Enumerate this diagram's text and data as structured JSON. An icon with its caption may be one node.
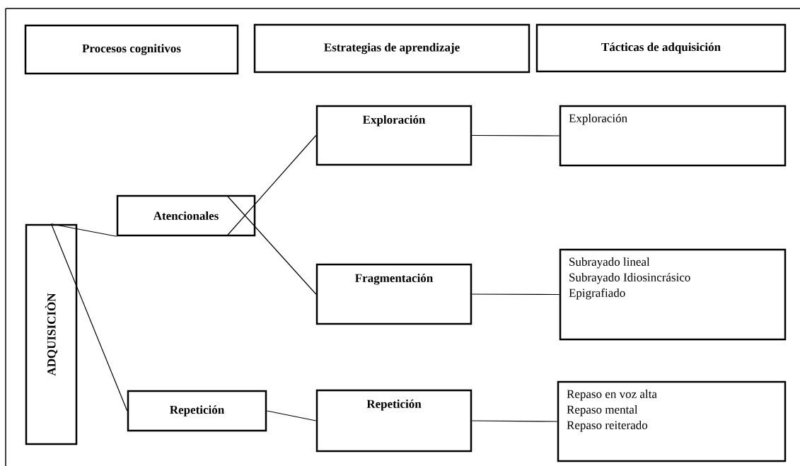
{
  "diagram": {
    "nodes": [
      {
        "text": [
          "Procesos cognitivos"
        ]
      },
      {
        "text": [
          "Estrategias de aprendizaje"
        ]
      },
      {
        "text": [
          "Tácticas de adquisición"
        ]
      },
      {
        "text": [
          "ADQUISICIÒN"
        ]
      },
      {
        "text": [
          "Atencionales"
        ]
      },
      {
        "text": [
          "Exploración"
        ]
      },
      {
        "text": [
          "Exploración"
        ]
      },
      {
        "text": [
          "Fragmentación"
        ]
      },
      {
        "text": [
          "Subrayado lineal",
          "Subrayado Idiosincrásico",
          "Epigrafiado"
        ]
      },
      {
        "text": [
          "Repetición"
        ]
      },
      {
        "text": [
          "Repetición"
        ]
      },
      {
        "text": [
          "Repaso en voz alta",
          "Repaso mental",
          "Repaso reiterado"
        ]
      }
    ],
    "edges": [
      {
        "from": 3,
        "to": 4,
        "arrow": "none"
      },
      {
        "from": 3,
        "to": 9,
        "arrow": "none"
      },
      {
        "from": 4,
        "to": 5,
        "arrow": "none"
      },
      {
        "from": 4,
        "to": 7,
        "arrow": "none"
      },
      {
        "from": 5,
        "to": 6,
        "arrow": "none"
      },
      {
        "from": 7,
        "to": 8,
        "arrow": "none"
      },
      {
        "from": 9,
        "to": 10,
        "arrow": "none"
      },
      {
        "from": 10,
        "to": 11,
        "arrow": "none"
      }
    ]
  }
}
